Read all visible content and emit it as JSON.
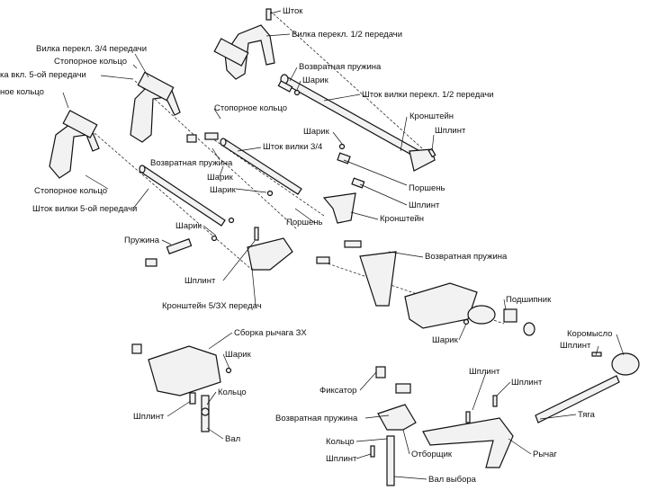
{
  "labels": {
    "shtok": "Шток",
    "vilka_12": "Вилка перекл. 1/2 передачи",
    "vilka_34": "Вилка перекл. 3/4 передачи",
    "stop_ring_top_left": "Стопорное кольцо",
    "vilka_5": "ка вкл. 5-ой передачи",
    "ring_left": "ное кольцо",
    "return_spring_top": "Возвратная пружина",
    "ball_top": "Шарик",
    "shtok_vilki_12": "Шток вилки перекл. 1/2 передачи",
    "stop_ring_mid": "Стопорное кольцо",
    "bracket_top_right": "Кронштейн",
    "split_pin_top_right": "Шплинт",
    "ball_mid_right": "Шарик",
    "shtok_vilki_34": "Шток вилки 3/4",
    "return_spring_mid": "Возвратная пружина",
    "ball_mid_left": "Шарик",
    "ball_mid_left2": "Шарик",
    "piston_right": "Поршень",
    "stop_ring_left": "Стопорное кольцо",
    "shtok_vilki_5": "Шток вилки 5-ой передачи",
    "split_pin_mid_right": "Шплинт",
    "bracket_mid": "Кронштейн",
    "piston_mid": "Поршень",
    "ball_left_lower": "Шарик",
    "spring_left": "Пружина",
    "split_pin_left": "Шплинт",
    "bracket_5zx": "Кронштейн 5/ЗХ передач",
    "return_spring_right": "Возвратная пружина",
    "bearing": "Подшипник",
    "ball_right": "Шарик",
    "rocker": "Коромысло",
    "split_pin_far_right": "Шплинт",
    "lever_assembly": "Сборка рычага ЗХ",
    "ball_lever": "Шарик",
    "split_pin_bottom_a": "Шплинт",
    "split_pin_bottom_b": "Шплинт",
    "retainer": "Фиксатор",
    "ring_bottom_left": "Кольцо",
    "split_pin_bottom_left": "Шплинт",
    "shaft": "Вал",
    "return_spring_bottom": "Возвратная пружина",
    "rod": "Тяга",
    "ring_bottom": "Кольцо",
    "split_pin_bottom": "Шплинт",
    "deflector": "Отборщик",
    "lever": "Рычаг",
    "selector_shaft": "Вал выбора"
  }
}
